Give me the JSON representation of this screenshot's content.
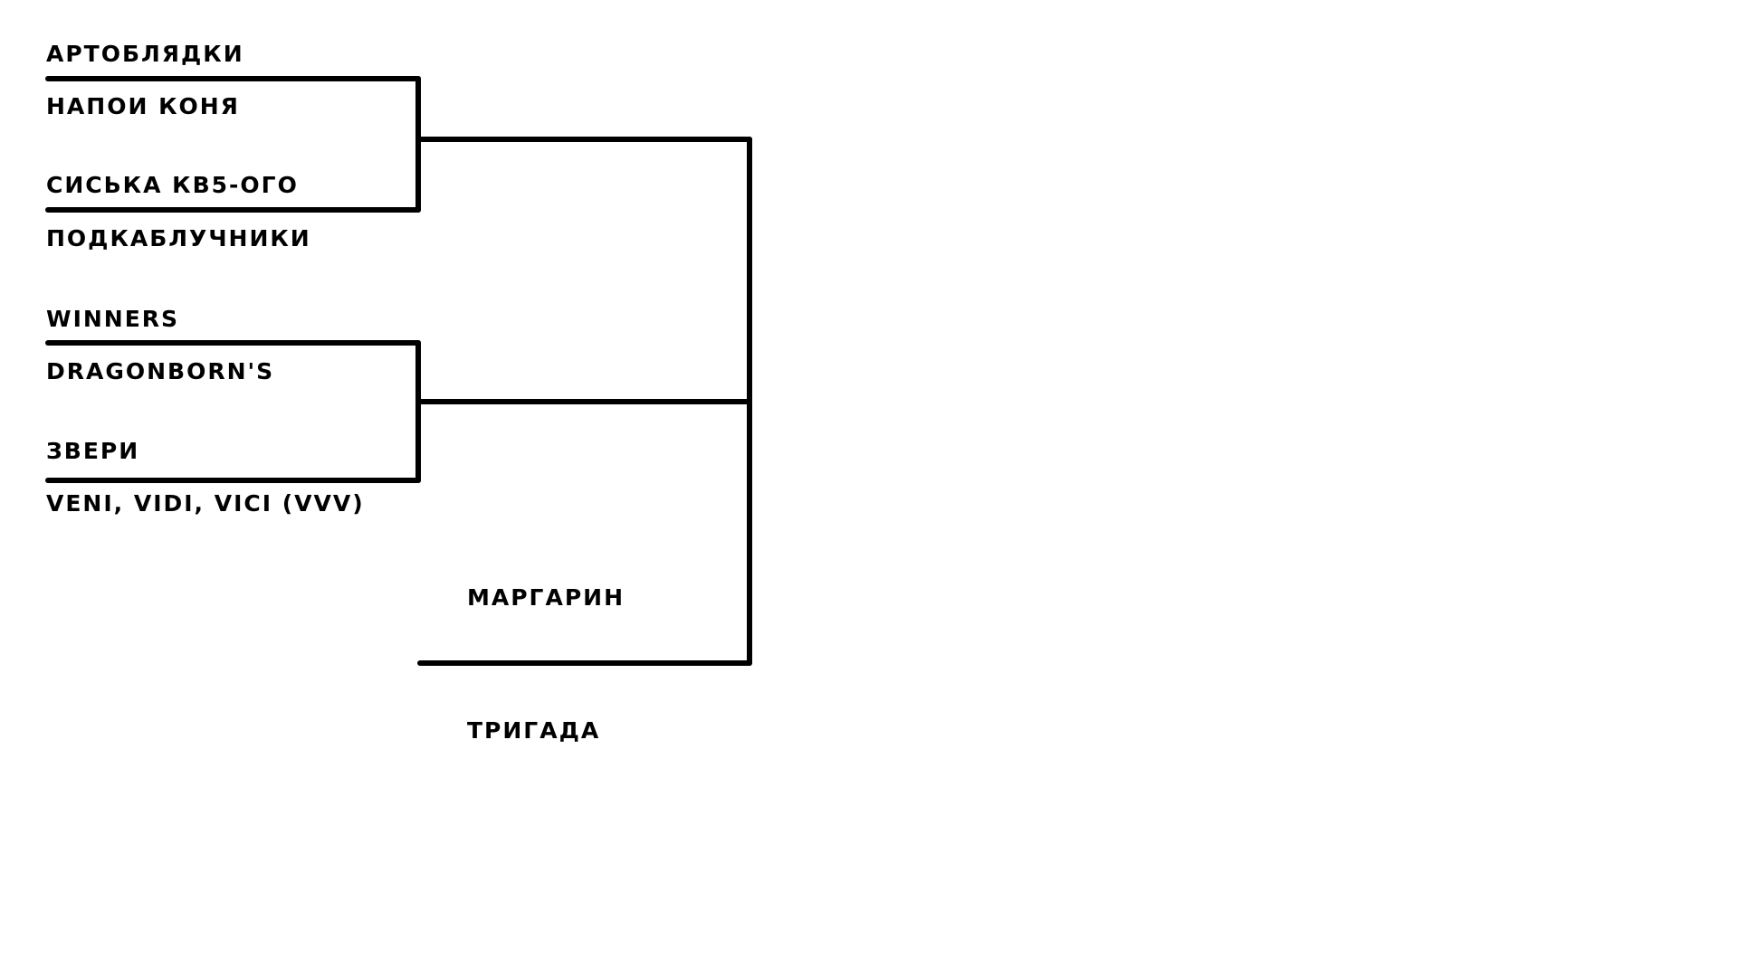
{
  "bracket": {
    "group_a": {
      "match_1": {
        "team_top": "АРТОБЛЯДКИ",
        "team_bottom": "НАПОИ КОНЯ"
      },
      "match_2": {
        "team_top": "СИСЬКА КВ5-ОГО",
        "team_bottom": "ПОДКАБЛУЧНИКИ"
      }
    },
    "group_b": {
      "match_1": {
        "team_top": "WINNERS",
        "team_bottom": "DRAGONBORN'S"
      },
      "match_2": {
        "team_top": "ЗВЕРИ",
        "team_bottom": "VENI, VIDI, VICI (VVV)"
      }
    },
    "lower_match": {
      "team_top": "МАРГАРИН",
      "team_bottom": "ТРИГАДА"
    }
  },
  "colors": {
    "line": "#000000",
    "text": "#000000",
    "background": "#ffffff"
  }
}
